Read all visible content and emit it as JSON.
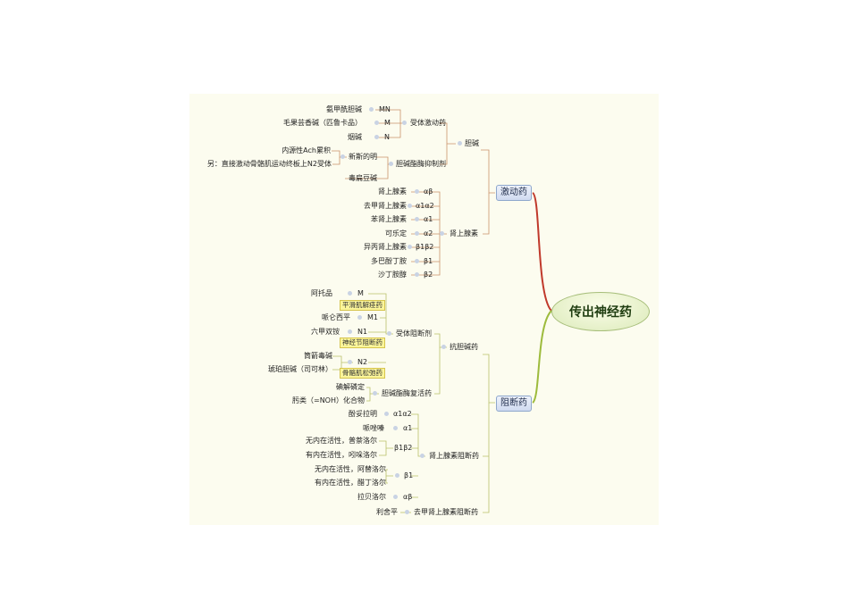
{
  "root": "传出神经药",
  "branches": {
    "agonist": "激动药",
    "antagonist": "阻断药"
  },
  "agonist": {
    "choline": {
      "label": "胆碱",
      "receptor": {
        "label": "受体激动药",
        "items": [
          {
            "drug": "氨甲酰胆碱",
            "rec": "MN"
          },
          {
            "drug": "毛果芸香碱（匹鲁卡品）",
            "rec": "M"
          },
          {
            "drug": "烟碱",
            "rec": "N"
          }
        ]
      },
      "ache": {
        "label": "胆碱酯酶抑制剂",
        "neostigmine": "新斯的明",
        "neo_notes": [
          "内源性Ach累积",
          "另：直接激动骨骼肌运动终板上N2受体"
        ],
        "physostigmine": "毒扁豆碱"
      }
    },
    "adrenergic": {
      "label": "肾上腺素",
      "items": [
        {
          "drug": "肾上腺素",
          "rec": "αβ"
        },
        {
          "drug": "去甲肾上腺素",
          "rec": "α1α2"
        },
        {
          "drug": "苯肾上腺素",
          "rec": "α1"
        },
        {
          "drug": "可乐定",
          "rec": "α2"
        },
        {
          "drug": "异丙肾上腺素",
          "rec": "β1β2"
        },
        {
          "drug": "多巴酚丁胺",
          "rec": "β1"
        },
        {
          "drug": "沙丁胺醇",
          "rec": "β2"
        }
      ]
    }
  },
  "antagonist": {
    "anticholinergic": {
      "label": "抗胆碱药",
      "receptor_blockers": {
        "label": "受体阻断剂",
        "items": [
          {
            "drug": "阿托品",
            "rec": "M",
            "tag": "平滑肌解痉药"
          },
          {
            "drug": "哌仑西平",
            "rec": "M1"
          },
          {
            "drug": "六甲双铵",
            "rec": "N1",
            "tag": "神经节阻断药"
          },
          {
            "drug": "筒箭毒碱",
            "rec": "N2",
            "tag": "骨骼肌松弛药"
          },
          {
            "drug": "琥珀胆碱（司可林）"
          }
        ]
      },
      "reactivators": {
        "label": "胆碱酯酶复活药",
        "items": [
          "碘解磷定",
          "肟类（=NOH）化合物"
        ]
      }
    },
    "adrenergic_blockers": {
      "label": "肾上腺素阻断药",
      "items": [
        {
          "rec": "α1α2",
          "drugs": [
            "酚妥拉明"
          ]
        },
        {
          "rec": "α1",
          "drugs": [
            "哌唑嗪"
          ]
        },
        {
          "rec": "β1β2",
          "drugs": [
            "无内在活性，普萘洛尔",
            "有内在活性，吲哚洛尔"
          ]
        },
        {
          "rec": "β1",
          "drugs": [
            "无内在活性，阿替洛尔",
            "有内在活性，醋丁洛尔"
          ]
        },
        {
          "rec": "αβ",
          "drugs": [
            "拉贝洛尔"
          ]
        }
      ]
    },
    "norepinephrine_blockers": {
      "label": "去甲肾上腺素阻断药",
      "items": [
        "利舍平"
      ]
    }
  },
  "colors": {
    "line_top": "#c9936b",
    "line_bottom": "#b9c06a",
    "root_top": "#c0392b",
    "root_bottom": "#9dbb3c"
  }
}
